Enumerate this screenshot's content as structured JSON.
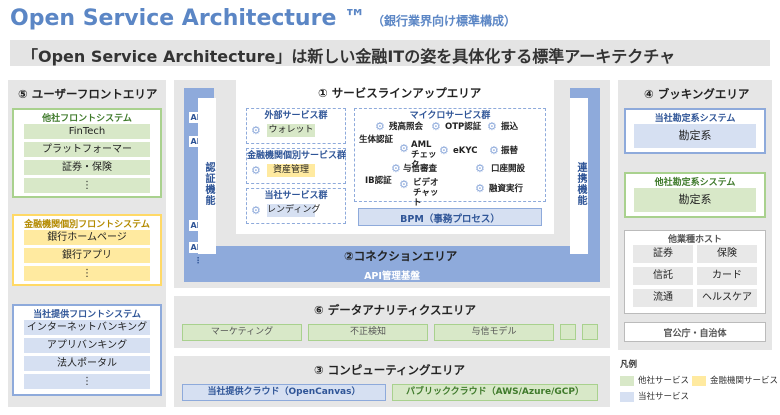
{
  "header": {
    "title": "Open Service Architecture ™",
    "subtitle": "（銀行業界向け標準構成）",
    "banner": "「Open Service Architecture」は新しい金融ITの姿を具体化する標準アーキテクチャ"
  },
  "user_front": {
    "title": "⑤ ユーザーフロントエリア",
    "other_front": {
      "label": "他社フロントシステム",
      "items": [
        "FinTech",
        "プラットフォーマー",
        "証券・保険",
        "⋮"
      ]
    },
    "fi_front": {
      "label": "金融機関個別フロントシステム",
      "items": [
        "銀行ホームページ",
        "銀行アプリ",
        "⋮"
      ]
    },
    "own_front": {
      "label": "当社提供フロントシステム",
      "items": [
        "インターネットバンキング",
        "アプリバンキング",
        "法人ポータル",
        "⋮"
      ]
    }
  },
  "service_lineup": {
    "title": "① サービスラインアップエリア",
    "api_labels": [
      "API",
      "API",
      "API",
      "API",
      "⋮"
    ],
    "auth": "認証機能",
    "link": "連携機能",
    "external": {
      "label": "外部サービス群",
      "items": [
        "ウォレット"
      ]
    },
    "fi_individual": {
      "label": "金融機関個別サービス群",
      "items": [
        "資産管理"
      ]
    },
    "own": {
      "label": "当社サービス群",
      "items": [
        "レンディング"
      ]
    },
    "micro": {
      "label": "マイクロサービス群",
      "items": [
        "残高照会",
        "OTP認証",
        "振込",
        "生体認証",
        "AML チェック",
        "eKYC",
        "振替",
        "口座開設",
        "IB認証",
        "与信審査",
        "ビデオ チャット",
        "融資実行"
      ]
    },
    "bpm": "BPM（事務プロセス）"
  },
  "connection": {
    "title": "②コネクションエリア",
    "api_base": "API管理基盤"
  },
  "analytics": {
    "title": "⑥ データアナリティクスエリア",
    "items": [
      "マーケティング",
      "不正検知",
      "与信モデル"
    ]
  },
  "computing": {
    "title": "③ コンピューティングエリア",
    "own_cloud": "当社提供クラウド（OpenCanvas）",
    "public_cloud": "パブリッククラウド（AWS/Azure/GCP）"
  },
  "booking": {
    "title": "④ ブッキングエリア",
    "own_account": {
      "label": "当社勘定系システム",
      "value": "勘定系"
    },
    "other_account": {
      "label": "他社勘定系システム",
      "value": "勘定系"
    },
    "other_hosts": {
      "label": "他業種ホスト",
      "items": [
        "証券",
        "保険",
        "信託",
        "カード",
        "流通",
        "ヘルスケア"
      ]
    },
    "gov": "官公庁・自治体"
  },
  "legend": {
    "title": "凡例",
    "items": [
      "他社サービス",
      "金融機関サービス",
      "当社サービス"
    ]
  },
  "colors": {
    "green": "#a9d18e",
    "yellow": "#ffd966",
    "blue": "#8eaadb",
    "title": "#5b86c5"
  }
}
